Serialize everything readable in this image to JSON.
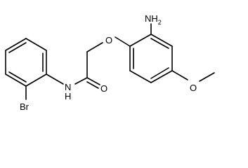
{
  "molecule": {
    "labels": {
      "amine": "NH",
      "amine_subscript": "2",
      "ether_oxygen": "O",
      "carbonyl_oxygen": "O",
      "methoxy_oxygen": "O",
      "amide_nitrogen": "N",
      "amide_hydrogen": "H",
      "bromine": "Br"
    },
    "colors": {
      "bonds": "#000000",
      "labels": "#000000",
      "background": "#ffffff"
    }
  }
}
